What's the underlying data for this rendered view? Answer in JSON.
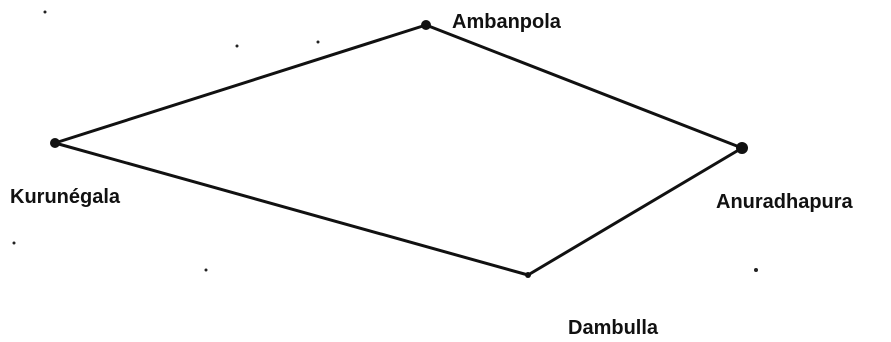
{
  "diagram": {
    "nodes": [
      {
        "id": "ambanpola",
        "label": "Ambanpola"
      },
      {
        "id": "anuradhapura",
        "label": "Anuradhapura"
      },
      {
        "id": "dambulla",
        "label": "Dambulla"
      },
      {
        "id": "kurunegala",
        "label": "Kurunégala"
      }
    ],
    "edges": [
      [
        "kurunegala",
        "ambanpola"
      ],
      [
        "ambanpola",
        "anuradhapura"
      ],
      [
        "anuradhapura",
        "dambulla"
      ],
      [
        "dambulla",
        "kurunegala"
      ]
    ]
  }
}
